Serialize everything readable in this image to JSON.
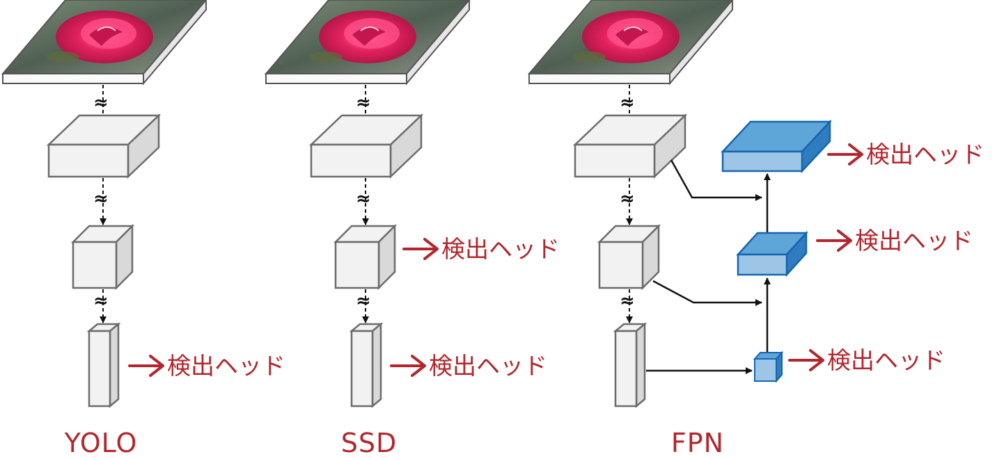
{
  "architectures": [
    {
      "name": "YOLO",
      "head_labels": [
        "検出ヘッド"
      ]
    },
    {
      "name": "SSD",
      "head_labels": [
        "検出ヘッド",
        "検出ヘッド"
      ]
    },
    {
      "name": "FPN",
      "head_labels": [
        "検出ヘッド",
        "検出ヘッド",
        "検出ヘッド"
      ]
    }
  ],
  "approx_symbol": "≈",
  "colors": {
    "label_red": "#b3262d",
    "feature_face": "#f2f2f2",
    "feature_side": "#d9d9d9",
    "feature_edge": "#6b6b6b",
    "fpn_light": "#9dc6e6",
    "fpn_mid": "#5ea6d8",
    "fpn_dark": "#2f7cc0",
    "fpn_edge": "#1565b0"
  },
  "icons": [
    "rose-photo-icon",
    "arrow-right-icon"
  ]
}
